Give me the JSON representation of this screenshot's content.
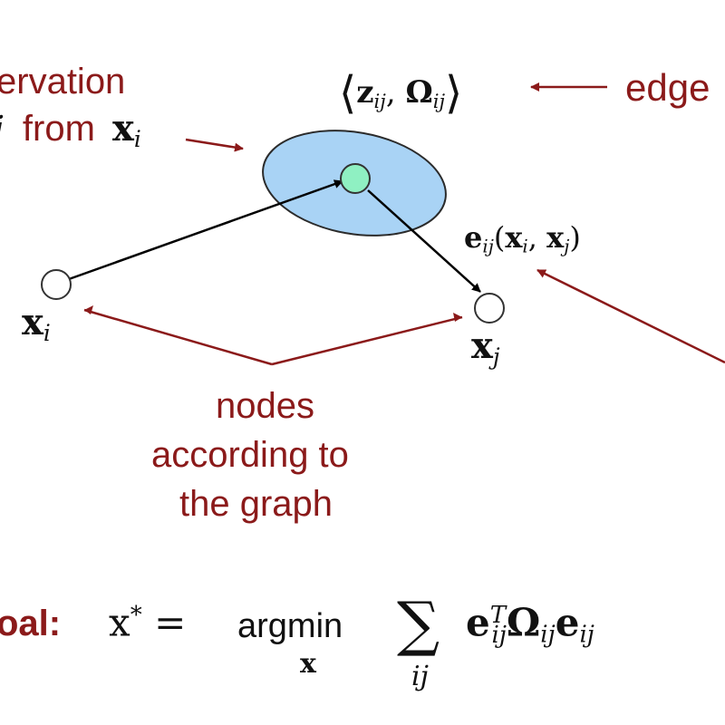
{
  "labels": {
    "observation_line1": "ervation",
    "observation_line2_prefix": "j",
    "observation_line2_word": "from",
    "edge": "edge",
    "nodes_line1": "nodes",
    "nodes_line2": "according to",
    "nodes_line3": "the graph",
    "goal": "oal:"
  },
  "math": {
    "x": "x",
    "i": "i",
    "j": "j",
    "ij": "ij",
    "z": "z",
    "omega": "Ω",
    "e": "e",
    "T": "T",
    "star": "*",
    "comma": ",",
    "lparen": "(",
    "rparen": ")",
    "langle": "⟨",
    "rangle": "⟩",
    "equals": "=",
    "argmin": "argmin",
    "sum": "∑"
  },
  "colors": {
    "label_red": "#8b1a1a",
    "ellipse_fill": "#a9d3f5",
    "ellipse_stroke": "#2b2b2b",
    "measurement_fill": "#8ff0c2",
    "node_fill": "#ffffff",
    "edge_black": "#000000"
  }
}
